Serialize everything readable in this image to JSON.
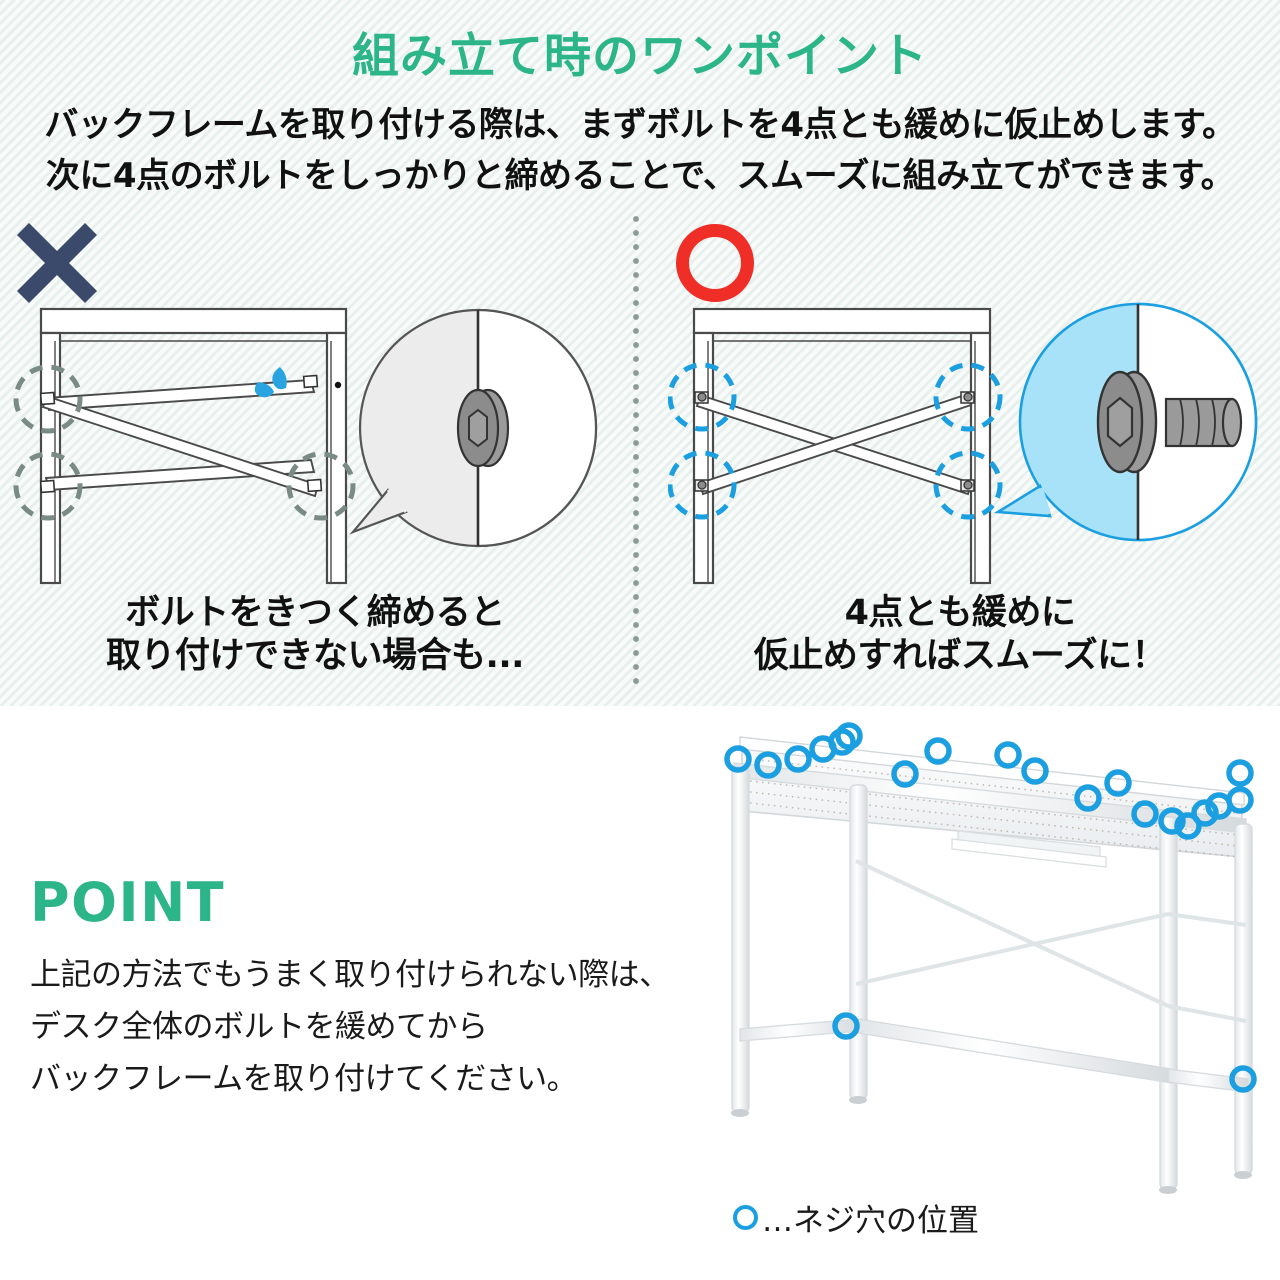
{
  "header": {
    "title": "組み立て時のワンポイント",
    "title_color": "#2cb589",
    "intro_line_1": "バックフレームを取り付ける際は、まずボルトを4点とも緩めに仮止めします。",
    "intro_line_2": "次に4点のボルトをしっかりと締めることで、スムーズに組み立てができます。"
  },
  "comparison": {
    "bad": {
      "mark": "x-mark",
      "mark_color": "#3b4a6b",
      "caption_line_1": "ボルトをきつく締めると",
      "caption_line_2": "取り付けできない場合も...",
      "highlight_color": "#7a8a84",
      "bubble_fill": "#ececec",
      "bubble_stroke": "#555555",
      "bolt_state": "tightened-flush",
      "sweat_color": "#1b9fe0",
      "highlight_points": 3
    },
    "good": {
      "mark": "o-mark",
      "mark_color": "#ef2e27",
      "caption_line_1": "4点とも緩めに",
      "caption_line_2": "仮止めすればスムーズに！",
      "highlight_color": "#1b9fe0",
      "bubble_fill": "#a8e2f8",
      "bubble_stroke": "#1b9fe0",
      "bolt_state": "loose-protruding",
      "highlight_points": 4
    }
  },
  "point_section": {
    "heading": "POINT",
    "heading_color": "#2cb589",
    "body_line_1": "上記の方法でもうまく取り付けられない際は、",
    "body_line_2": "デスク全体のボルトを緩めてから",
    "body_line_3": "バックフレームを取り付けてください。"
  },
  "legend": {
    "symbol": "circle-outline-icon",
    "symbol_color": "#1b9fe0",
    "text": "…ネジ穴の位置"
  },
  "desk_diagram": {
    "frame_color": "#ffffff",
    "frame_outline": "#d8dcde",
    "screw_marker_color": "#1b9fe0",
    "screw_marker_count": 22
  }
}
